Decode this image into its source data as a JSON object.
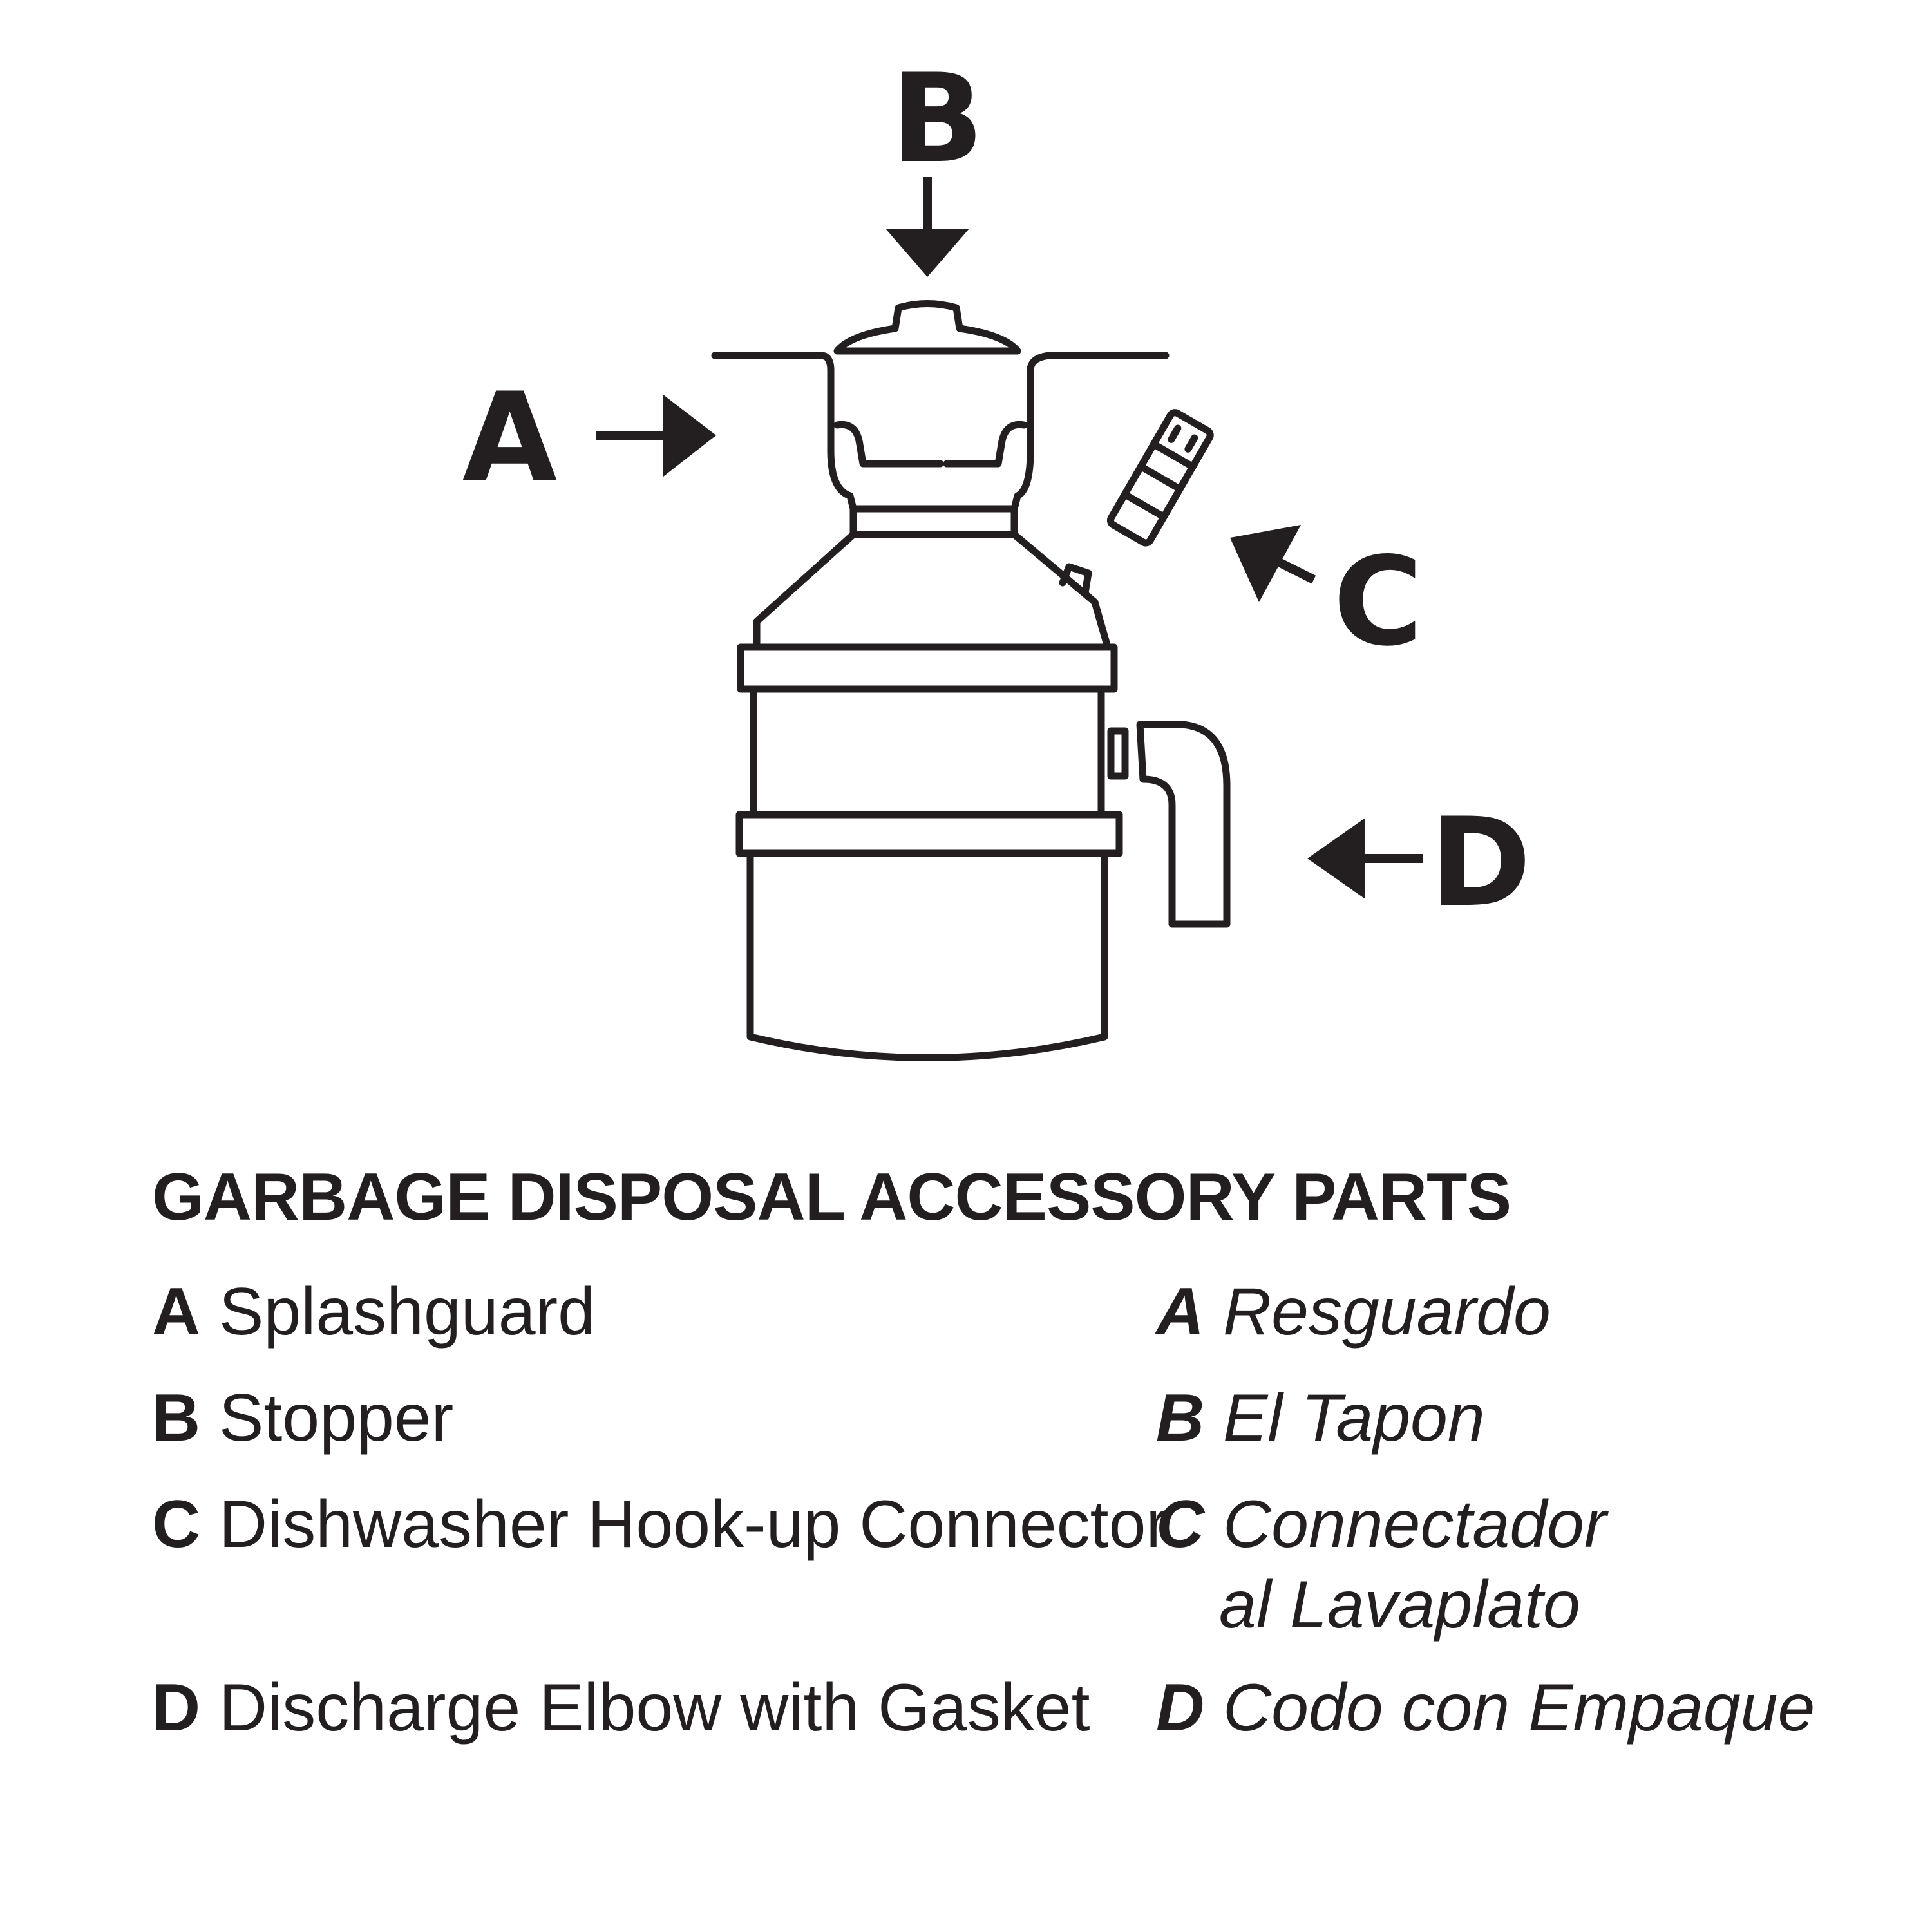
{
  "callouts": {
    "a": "A",
    "b": "B",
    "c": "C",
    "d": "D"
  },
  "legend": {
    "title": "GARBAGE DISPOSAL ACCESSORY PARTS",
    "english": [
      {
        "letter": "A",
        "text": "Splashguard"
      },
      {
        "letter": "B",
        "text": "Stopper"
      },
      {
        "letter": "C",
        "text": "Dishwasher Hook-up Connector"
      },
      {
        "letter": "D",
        "text": "Discharge Elbow with Gasket"
      }
    ],
    "spanish": [
      {
        "letter": "A",
        "text": "Resguardo"
      },
      {
        "letter": "B",
        "text": "El Tapon"
      },
      {
        "letter": "C",
        "text_line1": "Connectador",
        "text_line2": "al Lavaplato"
      },
      {
        "letter": "D",
        "text": "Codo con Empaque"
      }
    ]
  },
  "colors": {
    "ink": "#231f20",
    "background": "#ffffff"
  }
}
